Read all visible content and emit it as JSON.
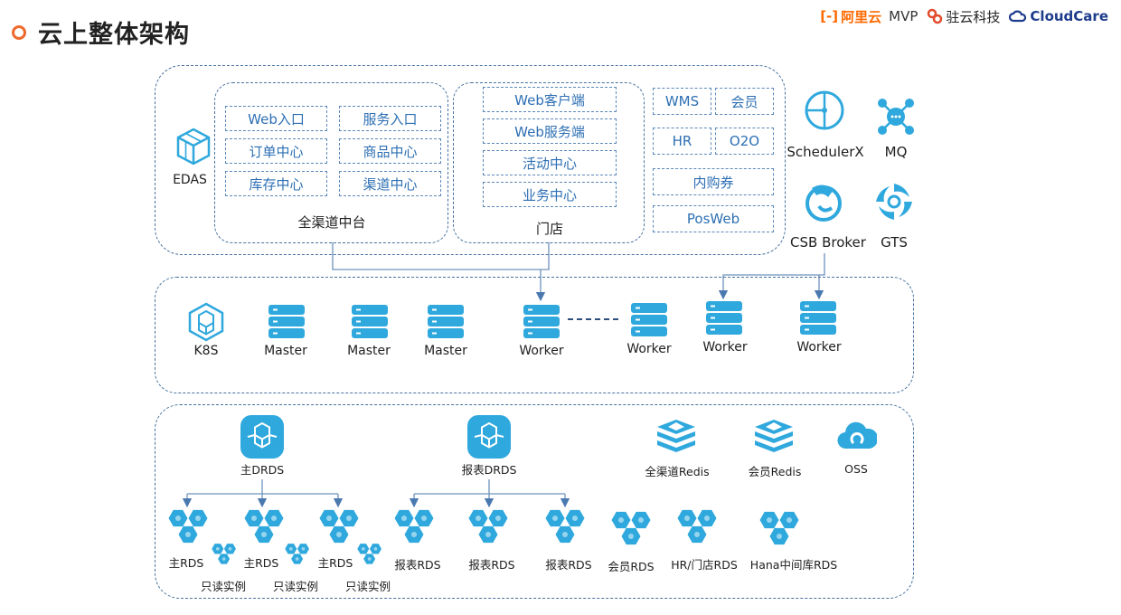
{
  "title": "云上整体架构",
  "logos": {
    "aliyun_mark": "[-]",
    "aliyun": "阿里云",
    "mvp": "MVP",
    "zhuyun": "驻云科技",
    "cloudcare": "CloudCare"
  },
  "top": {
    "edas_label": "EDAS",
    "quanqudao": {
      "label": "全渠道中台",
      "boxes": [
        "Web入口",
        "服务入口",
        "订单中心",
        "商品中心",
        "库存中心",
        "渠道中心"
      ]
    },
    "mendian": {
      "label": "门店",
      "boxes": [
        "Web客户端",
        "Web服务端",
        "活动中心",
        "业务中心"
      ]
    },
    "misc_boxes": [
      "WMS",
      "会员",
      "HR",
      "O2O",
      "内购券",
      "PosWeb"
    ],
    "services": [
      "SchedulerX",
      "MQ",
      "CSB Broker",
      "GTS"
    ]
  },
  "middle": {
    "k8s_label": "K8S",
    "nodes": [
      "Master",
      "Master",
      "Master",
      "Worker",
      "Worker",
      "Worker",
      "Worker"
    ]
  },
  "bottom": {
    "drds": [
      "主DRDS",
      "报表DRDS"
    ],
    "redis": [
      "全渠道Redis",
      "会员Redis"
    ],
    "oss": "OSS",
    "rds": [
      "主RDS",
      "主RDS",
      "主RDS",
      "报表RDS",
      "报表RDS",
      "报表RDS",
      "会员RDS",
      "HR/门店RDS",
      "Hana中间库RDS"
    ],
    "readonly": [
      "只读实例",
      "只读实例",
      "只读实例"
    ]
  },
  "colors": {
    "accent": "#2fa8dd",
    "box_text": "#2d6fb3",
    "border": "#47729f",
    "title_dot": "#ee6a2c",
    "aliyun": "#ff6a00"
  }
}
